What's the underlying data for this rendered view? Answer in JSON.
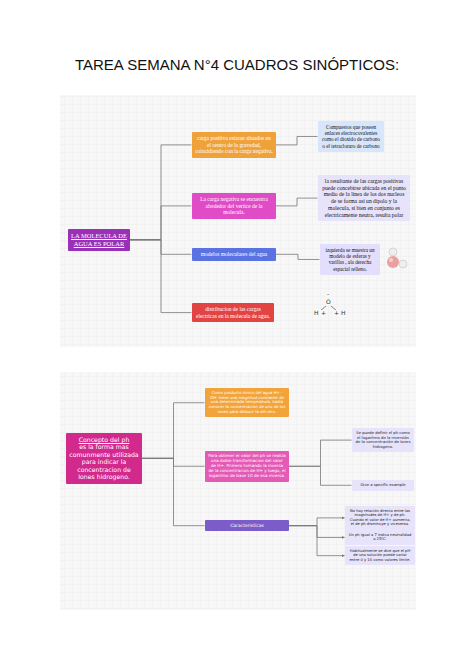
{
  "diagram": {
    "title": "TAREA SEMANA N°4 CUADROS SINÓPTICOS:",
    "nodes": [
      {
        "text": [
          "LA MOLECULA DE AGUA ES POLAR"
        ]
      },
      {
        "text": [
          "carga positiva estaran situados en el centro de la gravedad, coincidiendo con la carga negativa."
        ]
      },
      {
        "text": [
          "Compuestos que poseen enlaces electrocovalentes como el dioxido de carbono o el tetracloruro de carbono"
        ]
      },
      {
        "text": [
          "La carga negativa se encuentra alrededor del vertice de la molecula."
        ]
      },
      {
        "text": [
          "la resultante de las cargas positivas puede concebirse ubicada en el punto medio de la linea de los dos nucleos de se forma asi un dipolo y la molecula, si bien en conjunto es electricamente neutra, resulta polar"
        ]
      },
      {
        "text": [
          "modelos moleculares del agua"
        ]
      },
      {
        "text": [
          "izquierda se muestra un modelo de esferas y varillas , ala derecha espacial relleno."
        ]
      },
      {
        "text": [
          "distribucion de las cargas electricas en la molecula de agua."
        ]
      },
      {
        "text": [
          "Concepto del ph",
          "es la forma mas comunmente utilizada para indicar la concentracion de Iones hidrogeno."
        ]
      },
      {
        "text": [
          "Como producto iónico del agua H+ · OH- tiene una magnitud constante de una determinada temperatura, basta conocer la concentración de uno de los iones para deducir la del otro."
        ]
      },
      {
        "text": [
          "Para obtener el valor del ph se realiza una doble transformacion del valor de H+. Primero tomando la inversa de la concentracion de H+ y luego, el logaritmo de base 10 de esa inversa."
        ]
      },
      {
        "text": [
          "Se puede definir el ph como el logaritmo de la inversión de la concentración de Iones hidrogeno."
        ]
      },
      {
        "text": [
          "Give a specific example"
        ]
      },
      {
        "text": [
          "Caracteristicas"
        ]
      },
      {
        "text": [
          "No hay relación directa entre las magnitudes de H+ y de ph. Cuando el valor de H+ aumenta, el de ph disminuye y viceversa."
        ]
      },
      {
        "text": [
          "Un ph igual a 7 indica neutralidad a 25ºC."
        ]
      },
      {
        "text": [
          "Habitualmente se dice que el pH de una solución puede variar entre 0 y 14 como valores límite."
        ]
      }
    ],
    "edges": [
      {
        "from": 0,
        "to": 1,
        "arrow": "none"
      },
      {
        "from": 0,
        "to": 3,
        "arrow": "none"
      },
      {
        "from": 0,
        "to": 5,
        "arrow": "none"
      },
      {
        "from": 0,
        "to": 7,
        "arrow": "none"
      },
      {
        "from": 1,
        "to": 2,
        "arrow": "none"
      },
      {
        "from": 3,
        "to": 4,
        "arrow": "none"
      },
      {
        "from": 5,
        "to": 6,
        "arrow": "none"
      },
      {
        "from": 8,
        "to": 9,
        "arrow": "none"
      },
      {
        "from": 8,
        "to": 10,
        "arrow": "none"
      },
      {
        "from": 8,
        "to": 13,
        "arrow": "none"
      },
      {
        "from": 10,
        "to": 11,
        "arrow": "none"
      },
      {
        "from": 10,
        "to": 12,
        "arrow": "none"
      },
      {
        "from": 13,
        "to": 14,
        "arrow": "to"
      },
      {
        "from": 13,
        "to": 15,
        "arrow": "to"
      },
      {
        "from": 13,
        "to": 16,
        "arrow": "to"
      }
    ],
    "labels": [
      "-",
      "O",
      "H",
      "+",
      "+",
      "H"
    ]
  }
}
